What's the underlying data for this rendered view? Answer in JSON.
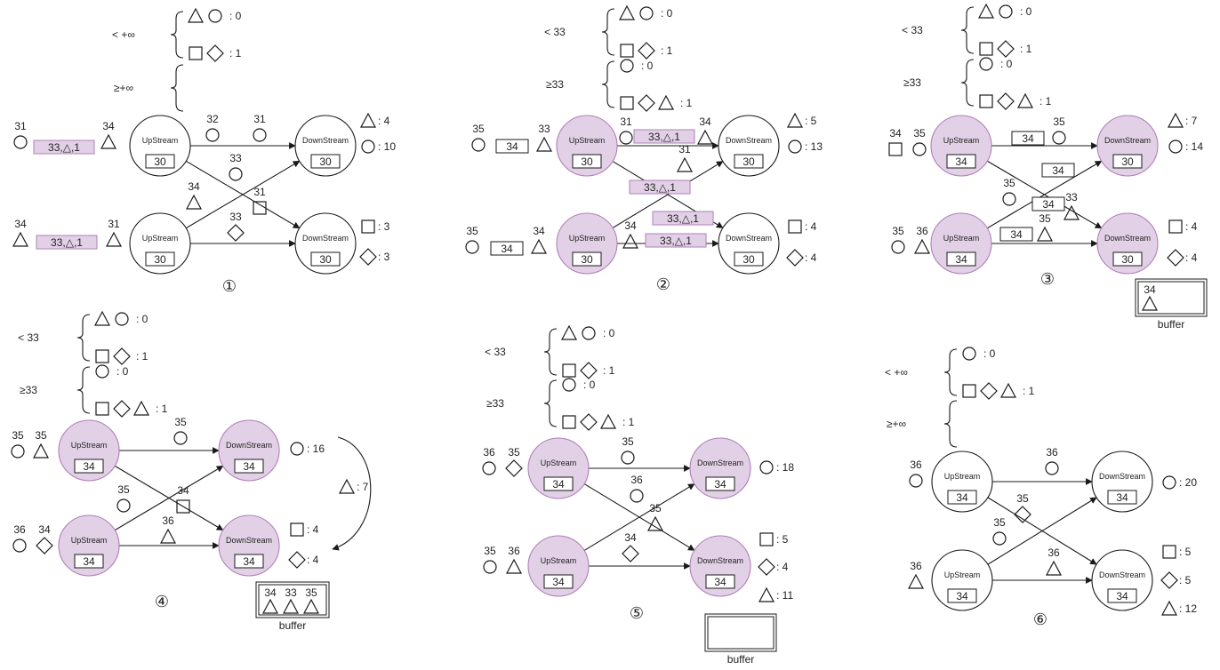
{
  "colors": {
    "line": "#1a1a1a",
    "node_active": "#e2d1e6",
    "node_idle": "#ffffff",
    "node_border": "#b07fb8",
    "pkt_fill": "#e2d1e6",
    "pkt_border": "#b07fb8"
  },
  "panels": [
    {
      "id": 1,
      "label": "①",
      "rules": {
        "top": {
          "cond": "< +∞",
          "lines": [
            {
              "shapes": [
                "tri",
                "circ"
              ],
              "value": "0"
            },
            {
              "shapes": [
                "sq",
                "dia"
              ],
              "value": "1"
            }
          ]
        },
        "bottom": {
          "cond": "≥+∞",
          "lines": []
        }
      },
      "nodes": [
        {
          "name": "UpStream",
          "value": "30",
          "active": false
        },
        {
          "name": "UpStream",
          "value": "30",
          "active": false
        },
        {
          "name": "DownStream",
          "value": "30",
          "active": false
        },
        {
          "name": "DownStream",
          "value": "30",
          "active": false
        }
      ],
      "items": [
        {
          "shape": "circ",
          "num": "31"
        },
        {
          "packet": "33,△,1"
        },
        {
          "shape": "tri",
          "num": "34"
        },
        {
          "shape": "tri",
          "num": "34"
        },
        {
          "packet": "33,△,1"
        },
        {
          "shape": "tri",
          "num": "31"
        },
        {
          "shape": "circ",
          "num": "32"
        },
        {
          "shape": "circ",
          "num": "31"
        },
        {
          "shape": "circ",
          "num": "33"
        },
        {
          "shape": "tri",
          "num": "34"
        },
        {
          "shape": "sq",
          "num": "31"
        },
        {
          "shape": "dia",
          "num": "33"
        }
      ],
      "counters": [
        {
          "shape": "tri",
          "value": "4"
        },
        {
          "shape": "circ",
          "value": "10"
        },
        {
          "shape": "sq",
          "value": "3"
        },
        {
          "shape": "dia",
          "value": "3"
        }
      ]
    },
    {
      "id": 2,
      "label": "②",
      "rules": {
        "top": {
          "cond": "< 33",
          "lines": [
            {
              "shapes": [
                "tri",
                "circ"
              ],
              "value": "0"
            },
            {
              "shapes": [
                "sq",
                "dia"
              ],
              "value": "1"
            }
          ]
        },
        "bottom": {
          "cond": "≥33",
          "lines": [
            {
              "shapes": [
                "circ"
              ],
              "value": "0"
            },
            {
              "shapes": [
                "sq",
                "dia",
                "tri"
              ],
              "value": "1"
            }
          ]
        }
      },
      "nodes": [
        {
          "name": "UpStream",
          "value": "30",
          "active": true
        },
        {
          "name": "UpStream",
          "value": "30",
          "active": true
        },
        {
          "name": "DownStream",
          "value": "30",
          "active": false
        },
        {
          "name": "DownStream",
          "value": "30",
          "active": false
        }
      ],
      "items": [
        {
          "shape": "circ",
          "num": "35"
        },
        {
          "box": "34"
        },
        {
          "shape": "tri",
          "num": "33"
        },
        {
          "shape": "circ",
          "num": "35"
        },
        {
          "box": "34"
        },
        {
          "shape": "tri",
          "num": "34"
        },
        {
          "shape": "circ",
          "num": "31"
        },
        {
          "packet": "33,△,1"
        },
        {
          "shape": "tri",
          "num": "34"
        },
        {
          "shape": "tri",
          "num": "31"
        },
        {
          "packet": "33,△,1"
        },
        {
          "packet": "33,△,1"
        },
        {
          "shape": "tri",
          "num": "34"
        },
        {
          "packet": "33,△,1"
        }
      ],
      "counters": [
        {
          "shape": "tri",
          "value": "5"
        },
        {
          "shape": "circ",
          "value": "13"
        },
        {
          "shape": "sq",
          "value": "4"
        },
        {
          "shape": "dia",
          "value": "4"
        }
      ]
    },
    {
      "id": 3,
      "label": "③",
      "rules": {
        "top": {
          "cond": "< 33",
          "lines": [
            {
              "shapes": [
                "tri",
                "circ"
              ],
              "value": "0"
            },
            {
              "shapes": [
                "sq",
                "dia"
              ],
              "value": "1"
            }
          ]
        },
        "bottom": {
          "cond": "≥33",
          "lines": [
            {
              "shapes": [
                "circ"
              ],
              "value": "0"
            },
            {
              "shapes": [
                "sq",
                "dia",
                "tri"
              ],
              "value": "1"
            }
          ]
        }
      },
      "nodes": [
        {
          "name": "UpStream",
          "value": "34",
          "active": true
        },
        {
          "name": "UpStream",
          "value": "34",
          "active": true
        },
        {
          "name": "DownStream",
          "value": "30",
          "active": true
        },
        {
          "name": "DownStream",
          "value": "30",
          "active": true
        }
      ],
      "items": [
        {
          "shape": "sq",
          "num": "34"
        },
        {
          "shape": "circ",
          "num": "35"
        },
        {
          "shape": "circ",
          "num": "35"
        },
        {
          "shape": "tri",
          "num": "36"
        },
        {
          "box": "34"
        },
        {
          "shape": "circ",
          "num": "35"
        },
        {
          "box": "34"
        },
        {
          "shape": "circ",
          "num": "35"
        },
        {
          "box": "34"
        },
        {
          "shape": "tri",
          "num": "33"
        },
        {
          "box": "34"
        },
        {
          "shape": "tri",
          "num": "35"
        }
      ],
      "counters": [
        {
          "shape": "tri",
          "value": "7"
        },
        {
          "shape": "circ",
          "value": "14"
        },
        {
          "shape": "sq",
          "value": "4"
        },
        {
          "shape": "dia",
          "value": "4"
        }
      ],
      "buffer": {
        "label": "buffer",
        "entries": [
          {
            "num": "34",
            "shape": "tri"
          }
        ]
      }
    },
    {
      "id": 4,
      "label": "④",
      "rules": {
        "top": {
          "cond": "< 33",
          "lines": [
            {
              "shapes": [
                "tri",
                "circ"
              ],
              "value": "0"
            },
            {
              "shapes": [
                "sq",
                "dia"
              ],
              "value": "1"
            }
          ]
        },
        "bottom": {
          "cond": "≥33",
          "lines": [
            {
              "shapes": [
                "circ"
              ],
              "value": "0"
            },
            {
              "shapes": [
                "sq",
                "dia",
                "tri"
              ],
              "value": "1"
            }
          ]
        }
      },
      "nodes": [
        {
          "name": "UpStream",
          "value": "34",
          "active": true
        },
        {
          "name": "UpStream",
          "value": "34",
          "active": true
        },
        {
          "name": "DownStream",
          "value": "34",
          "active": true
        },
        {
          "name": "DownStream",
          "value": "34",
          "active": true
        }
      ],
      "items": [
        {
          "shape": "circ",
          "num": "35"
        },
        {
          "shape": "tri",
          "num": "35"
        },
        {
          "shape": "circ",
          "num": "36"
        },
        {
          "shape": "dia",
          "num": "34"
        },
        {
          "shape": "circ",
          "num": "35"
        },
        {
          "shape": "circ",
          "num": "35"
        },
        {
          "shape": "sq",
          "num": "34"
        },
        {
          "shape": "tri",
          "num": "36"
        }
      ],
      "counters": [
        {
          "shape": "circ",
          "value": "16"
        },
        {
          "shape": "sq",
          "value": "4"
        },
        {
          "shape": "dia",
          "value": "4"
        },
        {
          "shape": "tri",
          "value": "7"
        }
      ],
      "buffer": {
        "label": "buffer",
        "entries": [
          {
            "num": "34",
            "shape": "tri"
          },
          {
            "num": "33",
            "shape": "tri"
          },
          {
            "num": "35",
            "shape": "tri"
          }
        ]
      }
    },
    {
      "id": 5,
      "label": "⑤",
      "rules": {
        "top": {
          "cond": "< 33",
          "lines": [
            {
              "shapes": [
                "tri",
                "circ"
              ],
              "value": "0"
            },
            {
              "shapes": [
                "sq",
                "dia"
              ],
              "value": "1"
            }
          ]
        },
        "bottom": {
          "cond": "≥33",
          "lines": [
            {
              "shapes": [
                "circ"
              ],
              "value": "0"
            },
            {
              "shapes": [
                "sq",
                "dia",
                "tri"
              ],
              "value": "1"
            }
          ]
        }
      },
      "nodes": [
        {
          "name": "UpStream",
          "value": "34",
          "active": true
        },
        {
          "name": "UpStream",
          "value": "34",
          "active": true
        },
        {
          "name": "DownStream",
          "value": "34",
          "active": true
        },
        {
          "name": "DownStream",
          "value": "34",
          "active": true
        }
      ],
      "items": [
        {
          "shape": "circ",
          "num": "36"
        },
        {
          "shape": "dia",
          "num": "35"
        },
        {
          "shape": "circ",
          "num": "35"
        },
        {
          "shape": "tri",
          "num": "36"
        },
        {
          "shape": "circ",
          "num": "35"
        },
        {
          "shape": "circ",
          "num": "36"
        },
        {
          "shape": "tri",
          "num": "35"
        },
        {
          "shape": "dia",
          "num": "34"
        }
      ],
      "counters": [
        {
          "shape": "circ",
          "value": "18"
        },
        {
          "shape": "sq",
          "value": "5"
        },
        {
          "shape": "dia",
          "value": "4"
        },
        {
          "shape": "tri",
          "value": "11"
        }
      ],
      "buffer": {
        "label": "buffer",
        "entries": []
      }
    },
    {
      "id": 6,
      "label": "⑥",
      "rules": {
        "top": {
          "cond": "< +∞",
          "lines": [
            {
              "shapes": [
                "circ"
              ],
              "value": "0"
            },
            {
              "shapes": [
                "sq",
                "dia",
                "tri"
              ],
              "value": "1"
            }
          ]
        },
        "bottom": {
          "cond": "≥+∞",
          "lines": []
        }
      },
      "nodes": [
        {
          "name": "UpStream",
          "value": "34",
          "active": false
        },
        {
          "name": "UpStream",
          "value": "34",
          "active": false
        },
        {
          "name": "DownStream",
          "value": "34",
          "active": false
        },
        {
          "name": "DownStream",
          "value": "34",
          "active": false
        }
      ],
      "items": [
        {
          "shape": "circ",
          "num": "36"
        },
        {
          "shape": "tri",
          "num": "36"
        },
        {
          "shape": "circ",
          "num": "36"
        },
        {
          "shape": "dia",
          "num": "35"
        },
        {
          "shape": "circ",
          "num": "35"
        },
        {
          "shape": "tri",
          "num": "36"
        }
      ],
      "counters": [
        {
          "shape": "circ",
          "value": "20"
        },
        {
          "shape": "sq",
          "value": "5"
        },
        {
          "shape": "dia",
          "value": "5"
        },
        {
          "shape": "tri",
          "value": "12"
        }
      ]
    }
  ]
}
